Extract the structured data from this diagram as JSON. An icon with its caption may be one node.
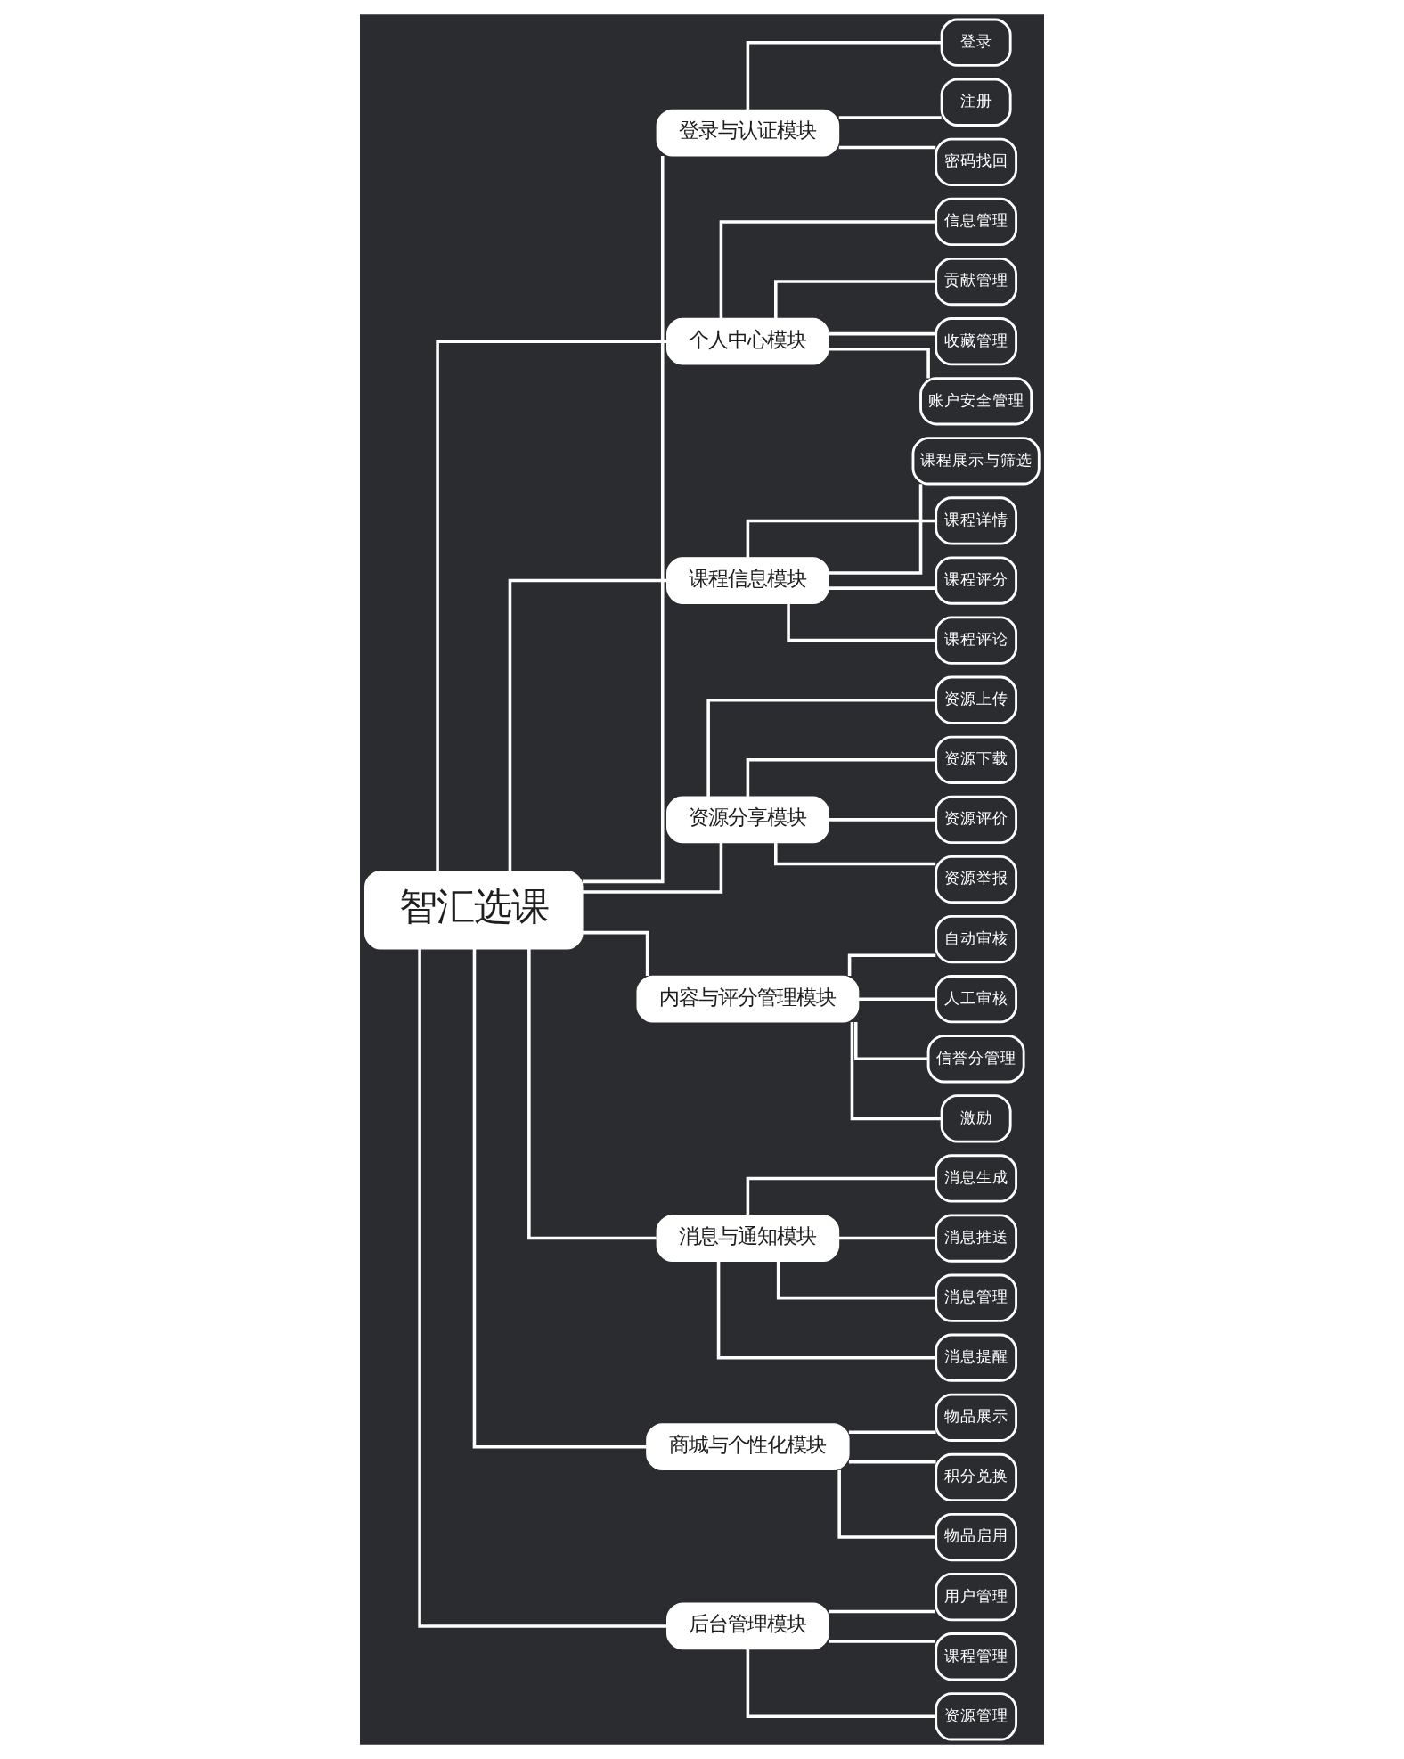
{
  "diagram": {
    "nodes": [
      {
        "text": [
          "智汇选课"
        ]
      },
      {
        "text": [
          "登录与认证模块"
        ]
      },
      {
        "text": [
          "登录"
        ]
      },
      {
        "text": [
          "注册"
        ]
      },
      {
        "text": [
          "密码找回"
        ]
      },
      {
        "text": [
          "个人中心模块"
        ]
      },
      {
        "text": [
          "信息管理"
        ]
      },
      {
        "text": [
          "贡献管理"
        ]
      },
      {
        "text": [
          "收藏管理"
        ]
      },
      {
        "text": [
          "账户安全管理"
        ]
      },
      {
        "text": [
          "课程信息模块"
        ]
      },
      {
        "text": [
          "课程展示与筛选"
        ]
      },
      {
        "text": [
          "课程详情"
        ]
      },
      {
        "text": [
          "课程评分"
        ]
      },
      {
        "text": [
          "课程评论"
        ]
      },
      {
        "text": [
          "资源分享模块"
        ]
      },
      {
        "text": [
          "资源上传"
        ]
      },
      {
        "text": [
          "资源下载"
        ]
      },
      {
        "text": [
          "资源评价"
        ]
      },
      {
        "text": [
          "资源举报"
        ]
      },
      {
        "text": [
          "内容与评分管理模块"
        ]
      },
      {
        "text": [
          "自动审核"
        ]
      },
      {
        "text": [
          "人工审核"
        ]
      },
      {
        "text": [
          "信誉分管理"
        ]
      },
      {
        "text": [
          "激励"
        ]
      },
      {
        "text": [
          "消息与通知模块"
        ]
      },
      {
        "text": [
          "消息生成"
        ]
      },
      {
        "text": [
          "消息推送"
        ]
      },
      {
        "text": [
          "消息管理"
        ]
      },
      {
        "text": [
          "消息提醒"
        ]
      },
      {
        "text": [
          "商城与个性化模块"
        ]
      },
      {
        "text": [
          "物品展示"
        ]
      },
      {
        "text": [
          "积分兑换"
        ]
      },
      {
        "text": [
          "物品启用"
        ]
      },
      {
        "text": [
          "后台管理模块"
        ]
      },
      {
        "text": [
          "用户管理"
        ]
      },
      {
        "text": [
          "课程管理"
        ]
      },
      {
        "text": [
          "资源管理"
        ]
      }
    ],
    "edges": [
      {
        "from": 0,
        "to": 1,
        "arrow": "none"
      },
      {
        "from": 1,
        "to": 2,
        "arrow": "none"
      },
      {
        "from": 1,
        "to": 3,
        "arrow": "none"
      },
      {
        "from": 1,
        "to": 4,
        "arrow": "none"
      },
      {
        "from": 0,
        "to": 5,
        "arrow": "none"
      },
      {
        "from": 5,
        "to": 6,
        "arrow": "none"
      },
      {
        "from": 5,
        "to": 7,
        "arrow": "none"
      },
      {
        "from": 5,
        "to": 8,
        "arrow": "none"
      },
      {
        "from": 5,
        "to": 9,
        "arrow": "none"
      },
      {
        "from": 0,
        "to": 10,
        "arrow": "none"
      },
      {
        "from": 10,
        "to": 11,
        "arrow": "none"
      },
      {
        "from": 10,
        "to": 12,
        "arrow": "none"
      },
      {
        "from": 10,
        "to": 13,
        "arrow": "none"
      },
      {
        "from": 10,
        "to": 14,
        "arrow": "none"
      },
      {
        "from": 0,
        "to": 15,
        "arrow": "none"
      },
      {
        "from": 15,
        "to": 16,
        "arrow": "none"
      },
      {
        "from": 15,
        "to": 17,
        "arrow": "none"
      },
      {
        "from": 15,
        "to": 18,
        "arrow": "none"
      },
      {
        "from": 15,
        "to": 19,
        "arrow": "none"
      },
      {
        "from": 0,
        "to": 20,
        "arrow": "none"
      },
      {
        "from": 20,
        "to": 21,
        "arrow": "none"
      },
      {
        "from": 20,
        "to": 22,
        "arrow": "none"
      },
      {
        "from": 20,
        "to": 23,
        "arrow": "none"
      },
      {
        "from": 20,
        "to": 24,
        "arrow": "none"
      },
      {
        "from": 0,
        "to": 25,
        "arrow": "none"
      },
      {
        "from": 25,
        "to": 26,
        "arrow": "none"
      },
      {
        "from": 25,
        "to": 27,
        "arrow": "none"
      },
      {
        "from": 25,
        "to": 28,
        "arrow": "none"
      },
      {
        "from": 25,
        "to": 29,
        "arrow": "none"
      },
      {
        "from": 0,
        "to": 30,
        "arrow": "none"
      },
      {
        "from": 30,
        "to": 31,
        "arrow": "none"
      },
      {
        "from": 30,
        "to": 32,
        "arrow": "none"
      },
      {
        "from": 30,
        "to": 33,
        "arrow": "none"
      },
      {
        "from": 0,
        "to": 34,
        "arrow": "none"
      },
      {
        "from": 34,
        "to": 35,
        "arrow": "none"
      },
      {
        "from": 34,
        "to": 36,
        "arrow": "none"
      },
      {
        "from": 34,
        "to": 37,
        "arrow": "none"
      }
    ]
  }
}
